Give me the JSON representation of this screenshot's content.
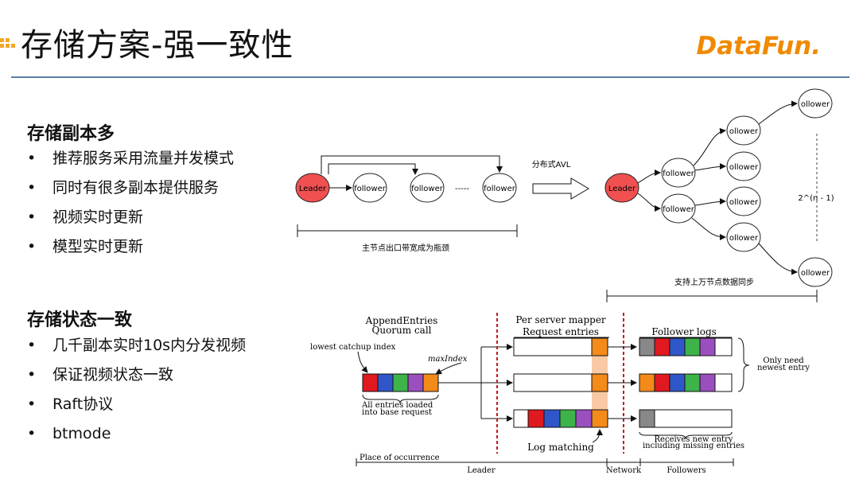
{
  "slide": {
    "title": "存储方案-强一致性",
    "logo_text": "DataFun."
  },
  "section1": {
    "heading": "存储副本多",
    "bullets": [
      "推荐服务采用流量并发模式",
      "同时有很多副本提供服务",
      "视频实时更新",
      "模型实时更新"
    ]
  },
  "section2": {
    "heading": "存储状态一致",
    "bullets": [
      "几千副本实时10s内分发视频",
      "保证视频状态一致",
      "Raft协议",
      "btmode"
    ]
  },
  "diagram_top": {
    "leader": "Leader",
    "follower": "follower",
    "follower_alt": "ollower",
    "ellipsis": "-----",
    "bottleneck": "主节点出口带宽成为瓶颈",
    "arrow_label": "分布式AVL",
    "count_label": "2^(n - 1)",
    "sync_label": "支持上万节点数据同步",
    "leader_color": "#f05050"
  },
  "diagram_bottom": {
    "append_title_1": "AppendEntries",
    "append_title_2": "Quorum call",
    "lowest": "lowest catchup index",
    "maxindex": "maxIndex",
    "loaded_1": "All entries loaded",
    "loaded_2": "into base request",
    "mapper_title": "Per server mapper",
    "request_entries": "Request entries",
    "follower_logs": "Follower logs",
    "only_need_1": "Only need",
    "only_need_2": "newest entry",
    "log_matching": "Log matching",
    "receives_1": "Receives new entry",
    "receives_2": "including missing entries",
    "place": "Place of occurrence",
    "leader_col": "Leader",
    "network_col": "Network",
    "followers_col": "Followers",
    "colors": [
      "#e0191f",
      "#2f57c9",
      "#3db34a",
      "#9a4fbf",
      "#f38a1a",
      "#888888"
    ]
  }
}
